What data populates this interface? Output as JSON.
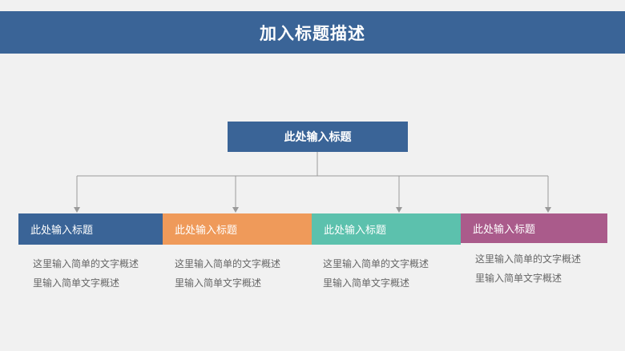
{
  "header": {
    "title": "加入标题描述"
  },
  "root": {
    "label": "此处输入标题"
  },
  "colors": {
    "header": "#3a6497",
    "branch_1": "#3a6497",
    "branch_2": "#ef9a5a",
    "branch_3": "#5cc1ad",
    "branch_4": "#aa5b8b",
    "connector": "#9a9a9a",
    "description_text": "#666666"
  },
  "branches": [
    {
      "label": "此处输入标题",
      "description_line_1": "这里输入简单的文字概述",
      "description_line_2": "里输入简单文字概述"
    },
    {
      "label": "此处输入标题",
      "description_line_1": "这里输入简单的文字概述",
      "description_line_2": "里输入简单文字概述"
    },
    {
      "label": "此处输入标题",
      "description_line_1": "这里输入简单的文字概述",
      "description_line_2": "里输入简单文字概述"
    },
    {
      "label": "此处输入标题",
      "description_line_1": "这里输入简单的文字概述",
      "description_line_2": "里输入简单文字概述"
    }
  ]
}
